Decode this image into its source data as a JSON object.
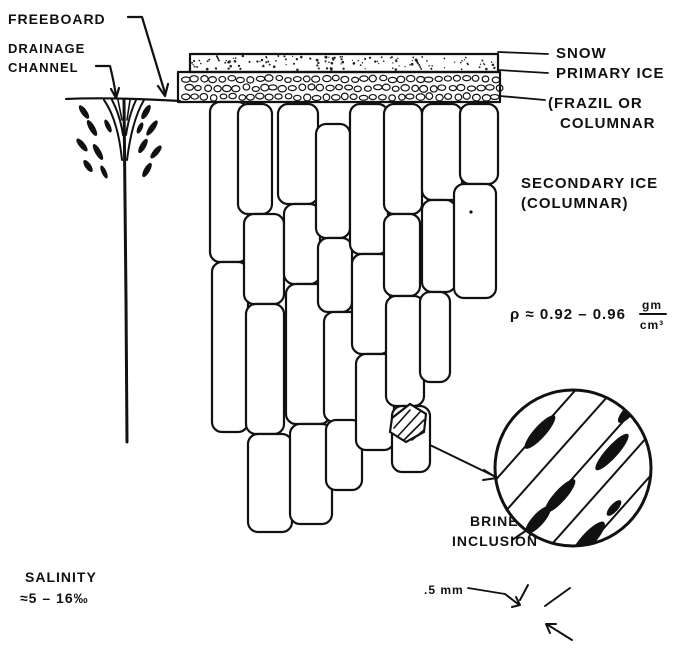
{
  "labels": {
    "freeboard": "FREEBOARD",
    "drainage_line1": "DRAINAGE",
    "drainage_line2": "CHANNEL",
    "snow": "SNOW",
    "primary_ice": "PRIMARY ICE",
    "frazil_line1": "(FRAZIL  OR",
    "frazil_line2": "COLUMNAR",
    "secondary_line1": "SECONDARY  ICE",
    "secondary_line2": "(COLUMNAR)",
    "density_prefix": "ρ ≈ 0.92 – 0.96",
    "density_unit_num": "gm",
    "density_unit_den": "cm³",
    "brine_line1": "BRINE",
    "brine_line2": "INCLUSION",
    "salinity_line1": "SALINITY",
    "salinity_line2": "≈5 – 16‰",
    "scale": ".5 mm"
  }
}
